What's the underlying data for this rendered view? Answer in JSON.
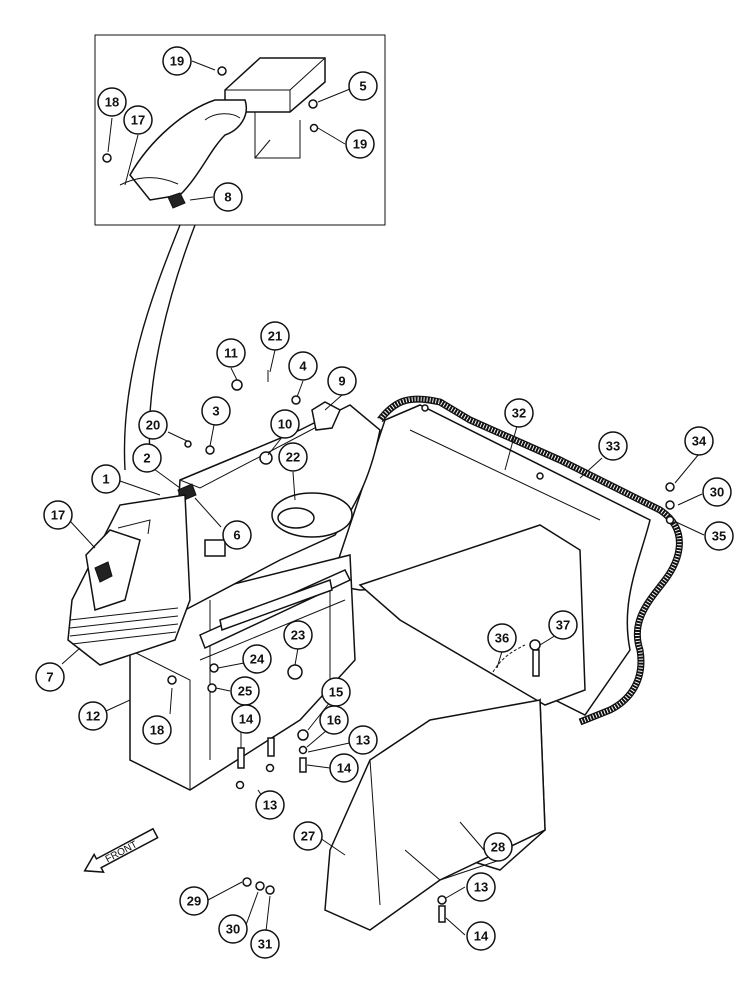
{
  "diagram": {
    "front_label": "FRONT",
    "callouts": [
      {
        "id": "c19a",
        "label": "19"
      },
      {
        "id": "c5",
        "label": "5"
      },
      {
        "id": "c18a",
        "label": "18"
      },
      {
        "id": "c17a",
        "label": "17"
      },
      {
        "id": "c19b",
        "label": "19"
      },
      {
        "id": "c8",
        "label": "8"
      },
      {
        "id": "c21",
        "label": "21"
      },
      {
        "id": "c11",
        "label": "11"
      },
      {
        "id": "c4",
        "label": "4"
      },
      {
        "id": "c9",
        "label": "9"
      },
      {
        "id": "c3",
        "label": "3"
      },
      {
        "id": "c20",
        "label": "20"
      },
      {
        "id": "c10",
        "label": "10"
      },
      {
        "id": "c22",
        "label": "22"
      },
      {
        "id": "c2",
        "label": "2"
      },
      {
        "id": "c1",
        "label": "1"
      },
      {
        "id": "c17b",
        "label": "17"
      },
      {
        "id": "c6",
        "label": "6"
      },
      {
        "id": "c32",
        "label": "32"
      },
      {
        "id": "c33",
        "label": "33"
      },
      {
        "id": "c34",
        "label": "34"
      },
      {
        "id": "c30a",
        "label": "30"
      },
      {
        "id": "c35",
        "label": "35"
      },
      {
        "id": "c7",
        "label": "7"
      },
      {
        "id": "c23",
        "label": "23"
      },
      {
        "id": "c24",
        "label": "24"
      },
      {
        "id": "c25",
        "label": "25"
      },
      {
        "id": "c37",
        "label": "37"
      },
      {
        "id": "c36",
        "label": "36"
      },
      {
        "id": "c12",
        "label": "12"
      },
      {
        "id": "c18b",
        "label": "18"
      },
      {
        "id": "c15",
        "label": "15"
      },
      {
        "id": "c16",
        "label": "16"
      },
      {
        "id": "c14a",
        "label": "14"
      },
      {
        "id": "c13a",
        "label": "13"
      },
      {
        "id": "c14b",
        "label": "14"
      },
      {
        "id": "c13b",
        "label": "13"
      },
      {
        "id": "c27",
        "label": "27"
      },
      {
        "id": "c28",
        "label": "28"
      },
      {
        "id": "c29",
        "label": "29"
      },
      {
        "id": "c13c",
        "label": "13"
      },
      {
        "id": "c30b",
        "label": "30"
      },
      {
        "id": "c31",
        "label": "31"
      },
      {
        "id": "c14c",
        "label": "14"
      }
    ]
  }
}
